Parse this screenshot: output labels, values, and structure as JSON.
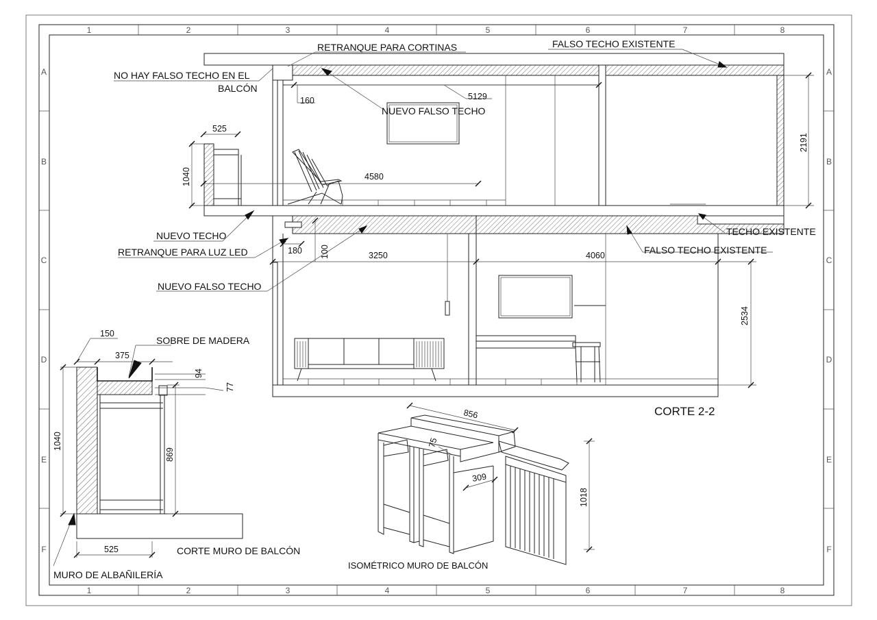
{
  "frame": {
    "columns": [
      "1",
      "2",
      "3",
      "4",
      "5",
      "6",
      "7",
      "8"
    ],
    "rows": [
      "A",
      "B",
      "C",
      "D",
      "E",
      "F"
    ]
  },
  "section_2_2": {
    "title": "CORTE 2-2",
    "labels": {
      "retranque_cortinas": "RETRANQUE PARA CORTINAS",
      "falso_techo_existente_top": "FALSO TECHO EXISTENTE",
      "no_hay_falso_techo_l1": "NO HAY FALSO TECHO EN EL",
      "no_hay_falso_techo_l2": "BALCÓN",
      "nuevo_falso_techo_top": "NUEVO FALSO TECHO",
      "nuevo_techo": "NUEVO TECHO",
      "retranque_luz_led": "RETRANQUE PARA LUZ LED",
      "nuevo_falso_techo_bottom": "NUEVO FALSO TECHO",
      "techo_existente": "TECHO EXISTENTE",
      "falso_techo_existente_mid": "FALSO TECHO EXISTENTE"
    },
    "dimensions": {
      "d160": "160",
      "d5129": "5129",
      "d525": "525",
      "d1040": "1040",
      "d4580": "4580",
      "d2191": "2191",
      "d180": "180",
      "d100": "100",
      "d3250": "3250",
      "d4060": "4060",
      "d2534": "2534"
    }
  },
  "corte_muro": {
    "title": "CORTE  MURO DE BALCÓN",
    "labels": {
      "sobre_madera": "SOBRE DE MADERA",
      "muro_albanileria": "MURO DE ALBAÑILERÍA"
    },
    "dimensions": {
      "d150": "150",
      "d375": "375",
      "d94": "94",
      "d77": "77",
      "d1040": "1040",
      "d869": "869",
      "d525": "525"
    }
  },
  "isometrico": {
    "title": "ISOMÉTRICO  MURO DE BALCÓN",
    "dimensions": {
      "d856": "856",
      "d75": "75",
      "d309": "309",
      "d1018": "1018"
    }
  }
}
